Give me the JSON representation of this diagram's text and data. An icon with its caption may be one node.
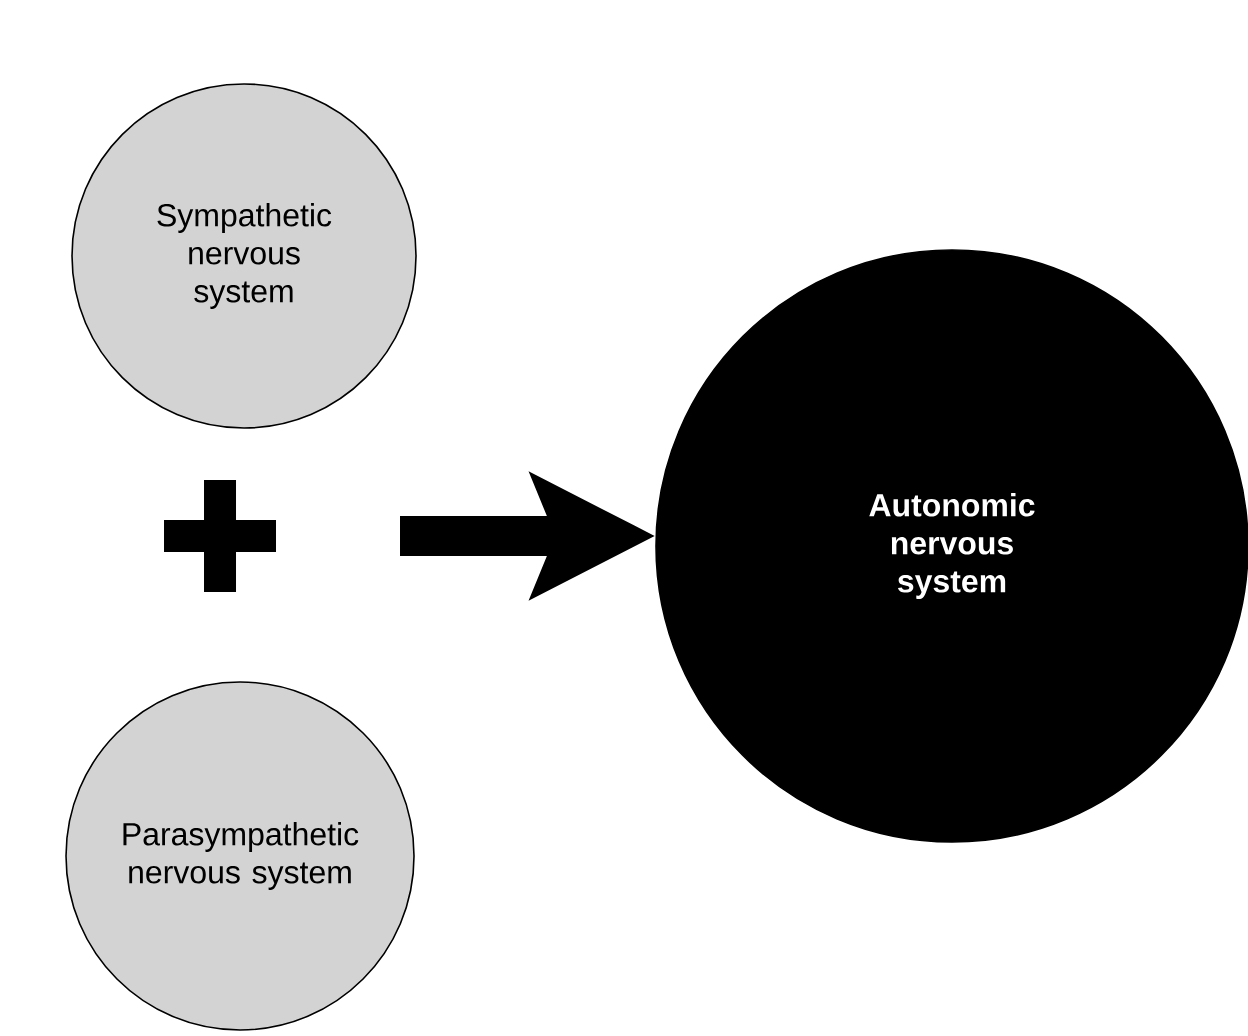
{
  "diagram": {
    "nodes": [
      {
        "text": [
          "Sympathetic nervous system"
        ]
      },
      {
        "text": [
          "Parasympathetic nervous system"
        ]
      },
      {
        "text": [
          "Autonomic nervous system"
        ]
      }
    ],
    "edges": [
      {
        "from": null,
        "to": 2,
        "arrow": "to"
      }
    ]
  }
}
